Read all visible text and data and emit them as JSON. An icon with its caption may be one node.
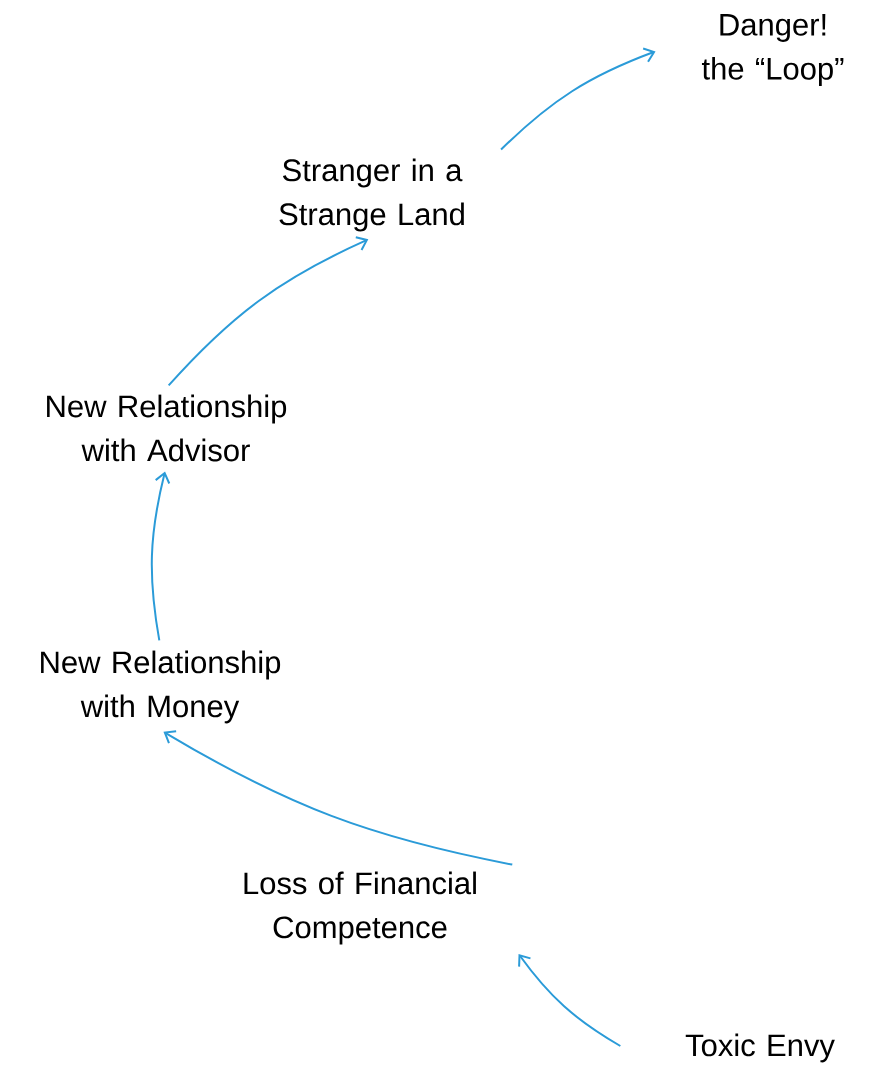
{
  "diagram": {
    "nodes": [
      {
        "text": [
          "Toxic Envy"
        ]
      },
      {
        "text": [
          "Loss of Financial Competence"
        ]
      },
      {
        "text": [
          "New Relationship with Money"
        ]
      },
      {
        "text": [
          "New Relationship with Advisor"
        ]
      },
      {
        "text": [
          "Stranger in a Strange Land"
        ]
      },
      {
        "text": [
          "Danger! the “Loop”"
        ]
      }
    ],
    "edges": [
      {
        "from": 0,
        "to": 1,
        "arrow": "to"
      },
      {
        "from": 1,
        "to": 2,
        "arrow": "to"
      },
      {
        "from": 2,
        "to": 3,
        "arrow": "to"
      },
      {
        "from": 3,
        "to": 4,
        "arrow": "to"
      },
      {
        "from": 4,
        "to": 5,
        "arrow": "to"
      }
    ]
  }
}
